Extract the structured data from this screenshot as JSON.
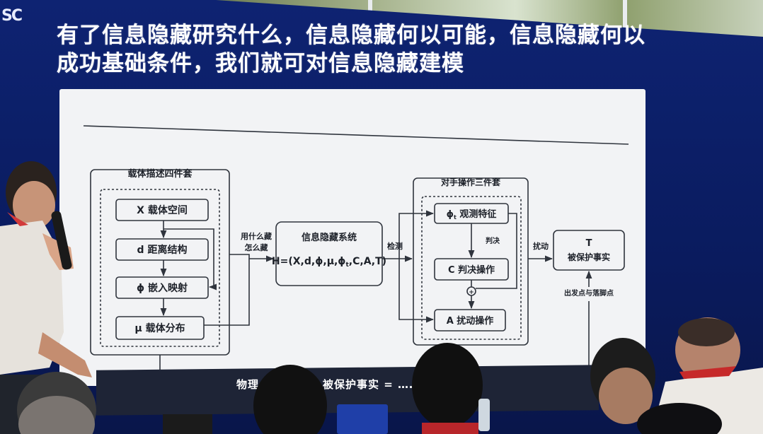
{
  "slide": {
    "logo": "SC",
    "title_line1": "有了信息隐藏研究什么，信息隐藏何以可能，信息隐藏何以",
    "title_line2": "成功基础条件，我们就可对信息隐藏建模",
    "caption": "物理……视角 + 被保护事实 = ……模型"
  },
  "diagram": {
    "carrier_group_title": "载体描述四件套",
    "carrier_items": [
      "X 载体空间",
      "d 距离结构",
      "ϕ 嵌入映射",
      "μ 载体分布"
    ],
    "edge_label_how_hide_1": "用什么藏",
    "edge_label_how_hide_2": "怎么藏",
    "system_title": "信息隐藏系统",
    "system_formula": "H=(X,d,ϕ,μ,ϕ",
    "system_formula_sub": "t",
    "system_formula_tail": ",C,A,T)",
    "edge_label_detect": "检测",
    "adversary_group_title": "对手操作三件套",
    "observe_feature": "ϕ",
    "observe_feature_sub": "t",
    "observe_feature_tail": " 观测特征",
    "edge_label_judge": "判决",
    "judge_op": "C 判决操作",
    "plus_symbol": "+",
    "perturb_op": "A 扰动操作",
    "edge_label_perturb": "扰动",
    "fact_t": "T",
    "fact_label": "被保护事实",
    "fact_note": "出发点与落脚点"
  },
  "colors": {
    "slide_blue": "#0c1d5e",
    "whiteboard": "#f2f3f5",
    "diagram_stroke": "#2f343d"
  }
}
